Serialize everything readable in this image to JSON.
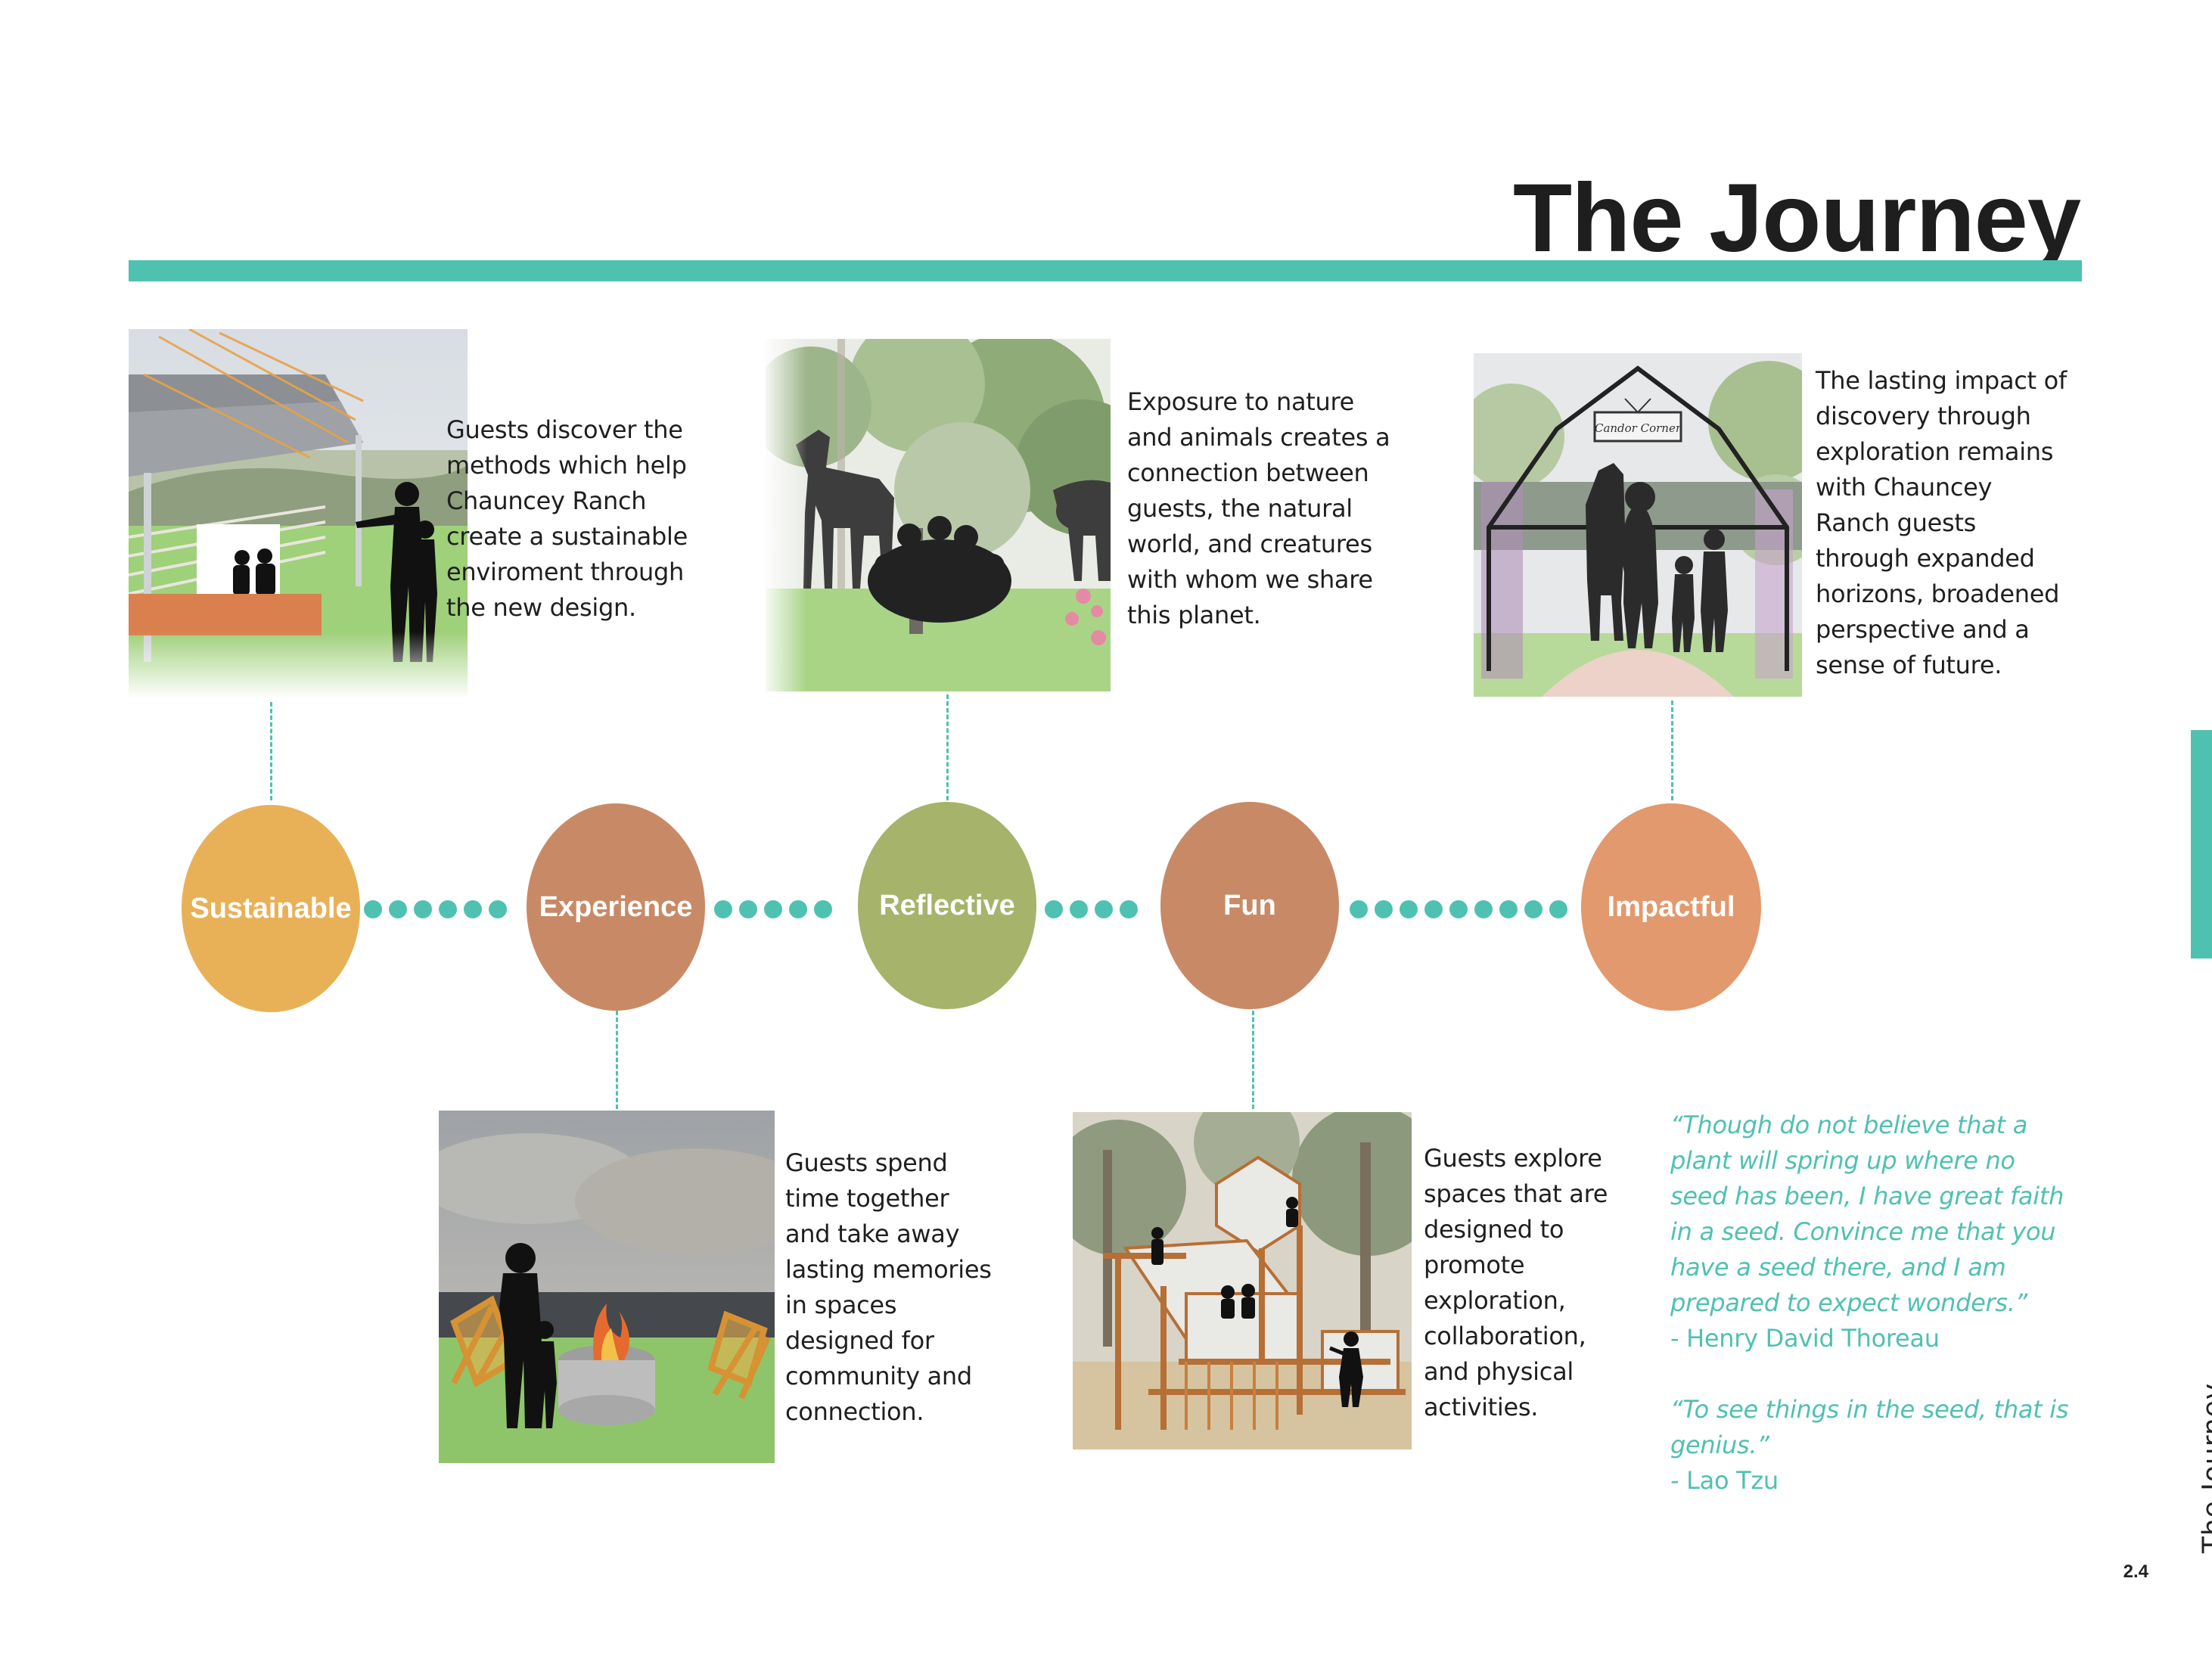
{
  "page": {
    "title": "The Journey",
    "side_label": "The Journey",
    "page_number": "2.4"
  },
  "colors": {
    "accent_teal": "#4fc1b1",
    "sustainable": "#e8b158",
    "experience": "#c88a66",
    "reflective": "#a6b36b",
    "fun": "#c88a66",
    "impactful": "#e2996e"
  },
  "stages": [
    {
      "label": "Sustainable",
      "text": "Guests discover the\nmethods which help\nChauncey Ranch\ncreate a sustainable\nenviroment through\nthe new design."
    },
    {
      "label": "Experience",
      "text": "Guests spend\ntime together\nand take away\nlasting memories\nin spaces\ndesigned for\ncommunity and\nconnection."
    },
    {
      "label": "Reflective",
      "text": "Exposure to nature\nand animals creates a\nconnection between\nguests, the natural\nworld, and creatures\nwith whom we share\nthis planet."
    },
    {
      "label": "Fun",
      "text": "Guests explore\nspaces that are\ndesigned to\npromote\nexploration,\ncollaboration,\nand physical\nactivities."
    },
    {
      "label": "Impactful",
      "text": "The lasting impact of\ndiscovery through\nexploration remains\nwith Chauncey\nRanch guests\nthrough expanded\nhorizons, broadened\nperspective and a\nsense of future."
    }
  ],
  "images": {
    "sustainable": "illustration of guests under a solar canopy pavilion",
    "reflective": "illustration of horses and people sitting under trees",
    "impactful": "illustration of a family walking with a horse through a barn gateway",
    "experience": "illustration of an adult and child beside a fire pit with chairs",
    "fun": "illustration of a wooden treehouse play structure with children"
  },
  "barn_sign": "Candor Corner",
  "quotes": [
    {
      "text": "“Though do not believe that a plant will spring up where no seed has been, I have great faith in a seed. Convince me that you have a seed there, and I am prepared to expect wonders.”",
      "author": "- Henry David Thoreau"
    },
    {
      "text": "“To see things in the seed, that is genius.”",
      "author": "- Lao Tzu"
    }
  ]
}
